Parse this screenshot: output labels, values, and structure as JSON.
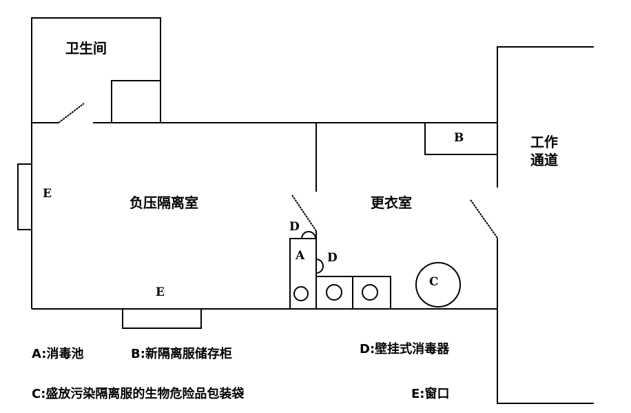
{
  "rooms": {
    "restroom": "卫生间",
    "isolation": "负压隔离室",
    "changing": "更衣室",
    "corridor_line1": "工作",
    "corridor_line2": "通道"
  },
  "markers": {
    "a": "A",
    "b": "B",
    "c": "C",
    "d": "D",
    "e": "E"
  },
  "legend": {
    "a": "A:消毒池",
    "b": "B:新隔离服储存柜",
    "d": "D:壁挂式消毒器",
    "c": "C:盛放污染隔离服的生物危险品包装袋",
    "e": "E:窗口"
  }
}
